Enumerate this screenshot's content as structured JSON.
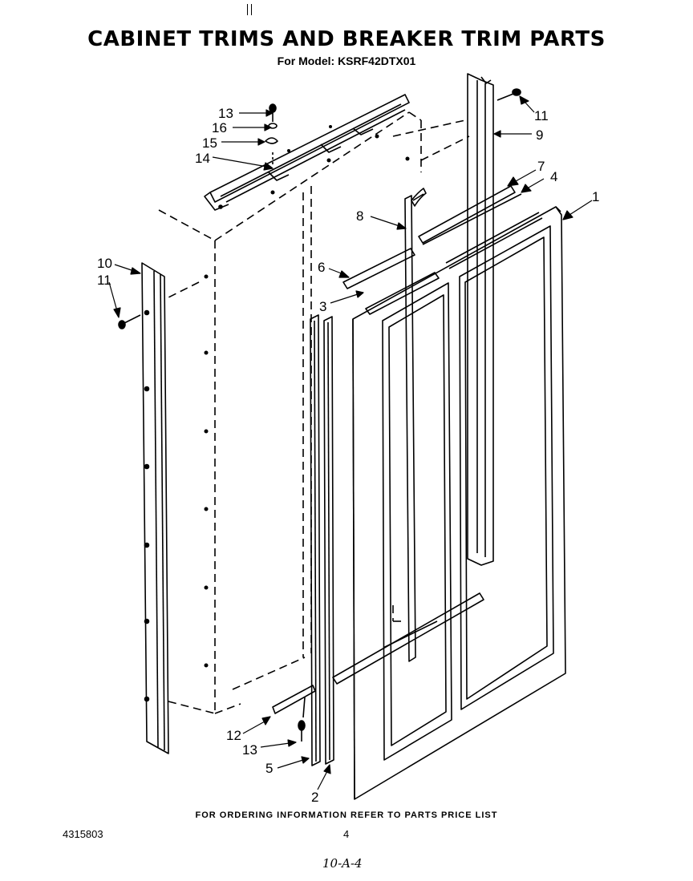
{
  "header": {
    "title": "CABINET TRIMS AND BREAKER TRIM PARTS",
    "subtitle": "For Model: KSRF42DTX01"
  },
  "diagram": {
    "callouts": [
      "13",
      "16",
      "15",
      "14",
      "11",
      "9",
      "7",
      "4",
      "1",
      "8",
      "6",
      "3",
      "10",
      "11",
      "12",
      "13",
      "5",
      "2"
    ]
  },
  "footer": {
    "ordering_note": "FOR ORDERING INFORMATION REFER TO PARTS PRICE LIST",
    "doc_number": "4315803",
    "page_number": "4",
    "handwritten": "10-A-4"
  }
}
